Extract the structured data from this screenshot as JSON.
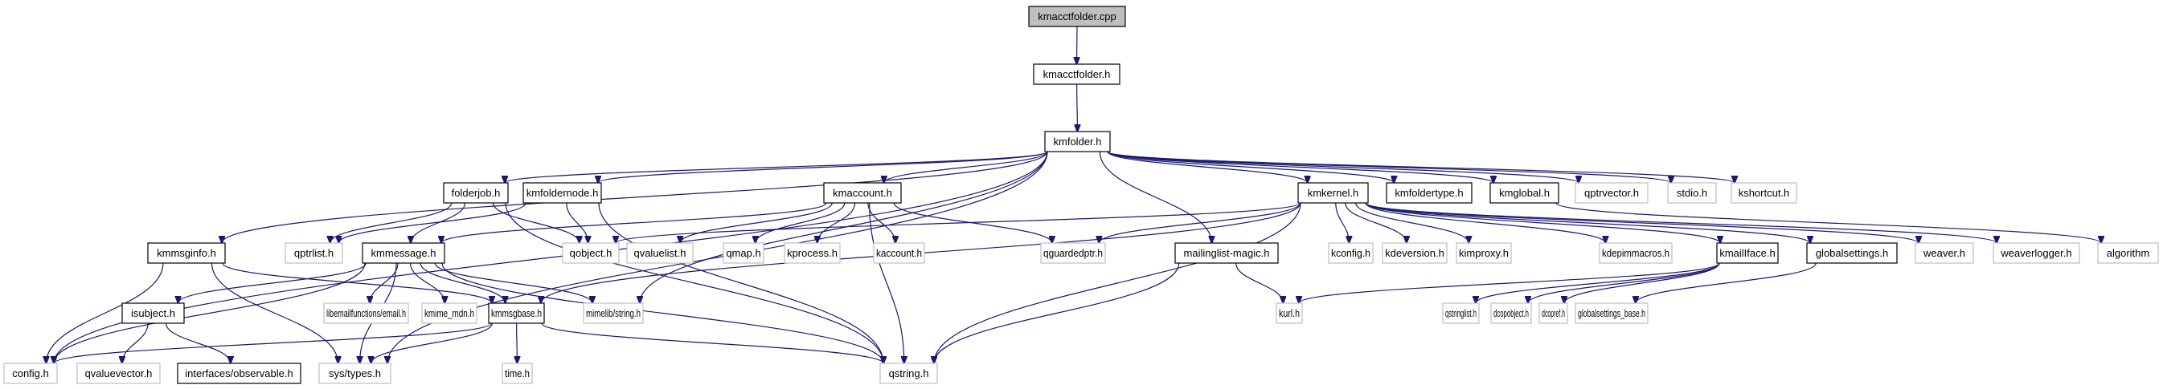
{
  "title": "kmacctfolder.cpp include dependency graph",
  "colors": {
    "edge": "#191970",
    "root_fill": "#bfbfbf",
    "documented_border": "#000000",
    "undocumented_border": "#bfbfbf"
  },
  "nodes": [
    {
      "id": "kmacctfolder_cpp",
      "label": "kmacctfolder.cpp",
      "kind": "root"
    },
    {
      "id": "kmacctfolder_h",
      "label": "kmacctfolder.h",
      "kind": "documented"
    },
    {
      "id": "kmfolder_h",
      "label": "kmfolder.h",
      "kind": "documented"
    },
    {
      "id": "folderjob_h",
      "label": "folderjob.h",
      "kind": "documented"
    },
    {
      "id": "kmfoldernode_h",
      "label": "kmfoldernode.h",
      "kind": "documented"
    },
    {
      "id": "kmaccount_h",
      "label": "kmaccount.h",
      "kind": "documented"
    },
    {
      "id": "kmkernel_h",
      "label": "kmkernel.h",
      "kind": "documented"
    },
    {
      "id": "kmfoldertype_h",
      "label": "kmfoldertype.h",
      "kind": "documented"
    },
    {
      "id": "kmglobal_h",
      "label": "kmglobal.h",
      "kind": "documented"
    },
    {
      "id": "qptrvector_h",
      "label": "qptrvector.h",
      "kind": "external"
    },
    {
      "id": "stdio_h",
      "label": "stdio.h",
      "kind": "external"
    },
    {
      "id": "kshortcut_h",
      "label": "kshortcut.h",
      "kind": "external"
    },
    {
      "id": "kmmsginfo_h",
      "label": "kmmsginfo.h",
      "kind": "documented"
    },
    {
      "id": "qptrlist_h",
      "label": "qptrlist.h",
      "kind": "external"
    },
    {
      "id": "kmmessage_h",
      "label": "kmmessage.h",
      "kind": "documented"
    },
    {
      "id": "qobject_h",
      "label": "qobject.h",
      "kind": "external"
    },
    {
      "id": "qvaluelist_h",
      "label": "qvaluelist.h",
      "kind": "external"
    },
    {
      "id": "qmap_h",
      "label": "qmap.h",
      "kind": "external"
    },
    {
      "id": "kprocess_h",
      "label": "kprocess.h",
      "kind": "external"
    },
    {
      "id": "kaccount_h",
      "label": "kaccount.h",
      "kind": "external"
    },
    {
      "id": "qguardedptr_h",
      "label": "qguardedptr.h",
      "kind": "external"
    },
    {
      "id": "mailinglist_magic_h",
      "label": "mailinglist-magic.h",
      "kind": "documented"
    },
    {
      "id": "kconfig_h",
      "label": "kconfig.h",
      "kind": "external"
    },
    {
      "id": "kdeversion_h",
      "label": "kdeversion.h",
      "kind": "external"
    },
    {
      "id": "kimproxy_h",
      "label": "kimproxy.h",
      "kind": "external"
    },
    {
      "id": "kdepimmacros_h",
      "label": "kdepimmacros.h",
      "kind": "external"
    },
    {
      "id": "kmailiface_h",
      "label": "kmailIface.h",
      "kind": "documented"
    },
    {
      "id": "globalsettings_h",
      "label": "globalsettings.h",
      "kind": "documented"
    },
    {
      "id": "weaver_h",
      "label": "weaver.h",
      "kind": "external"
    },
    {
      "id": "weaverlogger_h",
      "label": "weaverlogger.h",
      "kind": "external"
    },
    {
      "id": "algorithm",
      "label": "algorithm",
      "kind": "external"
    },
    {
      "id": "isubject_h",
      "label": "isubject.h",
      "kind": "documented"
    },
    {
      "id": "libemailfunctions_email_h",
      "label": "libemailfunctions/email.h",
      "kind": "external"
    },
    {
      "id": "kmime_mdn_h",
      "label": "kmime_mdn.h",
      "kind": "external"
    },
    {
      "id": "kmmsgbase_h",
      "label": "kmmsgbase.h",
      "kind": "documented"
    },
    {
      "id": "mimelib_string_h",
      "label": "mimelib/string.h",
      "kind": "external"
    },
    {
      "id": "kurl_h",
      "label": "kurl.h",
      "kind": "external"
    },
    {
      "id": "qstringlist_h",
      "label": "qstringlist.h",
      "kind": "external"
    },
    {
      "id": "dcopobject_h",
      "label": "dcopobject.h",
      "kind": "external"
    },
    {
      "id": "dcopref_h",
      "label": "dcopref.h",
      "kind": "external"
    },
    {
      "id": "globalsettings_base_h",
      "label": "globalsettings_base.h",
      "kind": "external"
    },
    {
      "id": "config_h",
      "label": "config.h",
      "kind": "external"
    },
    {
      "id": "qvaluevector_h",
      "label": "qvaluevector.h",
      "kind": "external"
    },
    {
      "id": "interfaces_observable_h",
      "label": "interfaces/observable.h",
      "kind": "documented"
    },
    {
      "id": "sys_types_h",
      "label": "sys/types.h",
      "kind": "external"
    },
    {
      "id": "time_h",
      "label": "time.h",
      "kind": "external"
    },
    {
      "id": "qstring_h",
      "label": "qstring.h",
      "kind": "external"
    }
  ],
  "edges": [
    [
      "kmacctfolder_cpp",
      "kmacctfolder_h"
    ],
    [
      "kmacctfolder_h",
      "kmfolder_h"
    ],
    [
      "kmfolder_h",
      "folderjob_h"
    ],
    [
      "kmfolder_h",
      "kmfoldernode_h"
    ],
    [
      "kmfolder_h",
      "kmaccount_h"
    ],
    [
      "kmfolder_h",
      "kmkernel_h"
    ],
    [
      "kmfolder_h",
      "kmfoldertype_h"
    ],
    [
      "kmfolder_h",
      "kmglobal_h"
    ],
    [
      "kmfolder_h",
      "qptrvector_h"
    ],
    [
      "kmfolder_h",
      "stdio_h"
    ],
    [
      "kmfolder_h",
      "kshortcut_h"
    ],
    [
      "kmfolder_h",
      "kmmsginfo_h"
    ],
    [
      "kmfolder_h",
      "config_h"
    ],
    [
      "kmfolder_h",
      "sys_types_h"
    ],
    [
      "kmfolder_h",
      "mailinglist_magic_h"
    ],
    [
      "kmfolder_h",
      "mimelib_string_h"
    ],
    [
      "folderjob_h",
      "qptrlist_h"
    ],
    [
      "folderjob_h",
      "kmmessage_h"
    ],
    [
      "folderjob_h",
      "qobject_h"
    ],
    [
      "folderjob_h",
      "qstring_h"
    ],
    [
      "kmfoldernode_h",
      "qptrlist_h"
    ],
    [
      "kmfoldernode_h",
      "qobject_h"
    ],
    [
      "kmfoldernode_h",
      "qstring_h"
    ],
    [
      "kmaccount_h",
      "kmmessage_h"
    ],
    [
      "kmaccount_h",
      "qvaluelist_h"
    ],
    [
      "kmaccount_h",
      "qmap_h"
    ],
    [
      "kmaccount_h",
      "kprocess_h"
    ],
    [
      "kmaccount_h",
      "kaccount_h"
    ],
    [
      "kmaccount_h",
      "qguardedptr_h"
    ],
    [
      "kmaccount_h",
      "qstring_h"
    ],
    [
      "kmkernel_h",
      "qobject_h"
    ],
    [
      "kmkernel_h",
      "qguardedptr_h"
    ],
    [
      "kmkernel_h",
      "kconfig_h"
    ],
    [
      "kmkernel_h",
      "kdeversion_h"
    ],
    [
      "kmkernel_h",
      "kimproxy_h"
    ],
    [
      "kmkernel_h",
      "kdepimmacros_h"
    ],
    [
      "kmkernel_h",
      "kmailiface_h"
    ],
    [
      "kmkernel_h",
      "globalsettings_h"
    ],
    [
      "kmkernel_h",
      "weaver_h"
    ],
    [
      "kmkernel_h",
      "weaverlogger_h"
    ],
    [
      "kmkernel_h",
      "kmmsgbase_h"
    ],
    [
      "kmkernel_h",
      "qstring_h"
    ],
    [
      "kmglobal_h",
      "algorithm"
    ],
    [
      "kmmsginfo_h",
      "kmmsgbase_h"
    ],
    [
      "kmmsginfo_h",
      "config_h"
    ],
    [
      "kmmsginfo_h",
      "sys_types_h"
    ],
    [
      "kmmessage_h",
      "isubject_h"
    ],
    [
      "kmmessage_h",
      "libemailfunctions_email_h"
    ],
    [
      "kmmessage_h",
      "kmime_mdn_h"
    ],
    [
      "kmmessage_h",
      "kmmsgbase_h"
    ],
    [
      "kmmessage_h",
      "mimelib_string_h"
    ],
    [
      "kmmessage_h",
      "config_h"
    ],
    [
      "kmmessage_h",
      "sys_types_h"
    ],
    [
      "kmmessage_h",
      "qstring_h"
    ],
    [
      "mailinglist_magic_h",
      "kurl_h"
    ],
    [
      "mailinglist_magic_h",
      "qstring_h"
    ],
    [
      "kmailiface_h",
      "kurl_h"
    ],
    [
      "kmailiface_h",
      "qstringlist_h"
    ],
    [
      "kmailiface_h",
      "dcopobject_h"
    ],
    [
      "kmailiface_h",
      "dcopref_h"
    ],
    [
      "globalsettings_h",
      "globalsettings_base_h"
    ],
    [
      "isubject_h",
      "qvaluevector_h"
    ],
    [
      "isubject_h",
      "interfaces_observable_h"
    ],
    [
      "kmmsgbase_h",
      "config_h"
    ],
    [
      "kmmsgbase_h",
      "sys_types_h"
    ],
    [
      "kmmsgbase_h",
      "time_h"
    ],
    [
      "kmmsgbase_h",
      "qstring_h"
    ]
  ]
}
